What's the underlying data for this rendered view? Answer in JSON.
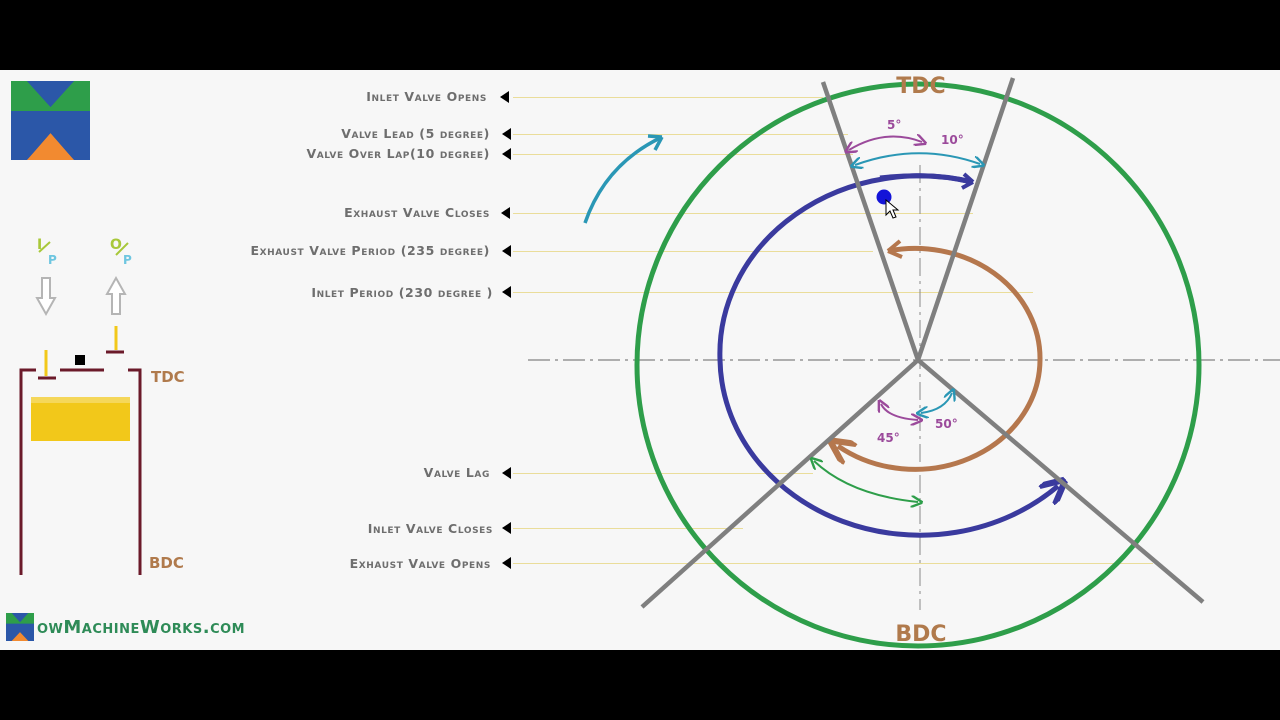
{
  "labels": {
    "inlet_valve_opens": "Inlet Valve Opens",
    "valve_lead": "Valve Lead (5 degree)",
    "valve_overlap": "Valve Over Lap(10 degree)",
    "exhaust_valve_closes": "Exhaust Valve Closes",
    "exhaust_valve_period": "Exhaust Valve Period (235 degree)",
    "inlet_period": "Inlet Period (230 degree )",
    "valve_lag": "Valve Lag",
    "inlet_valve_closes": "Inlet Valve Closes",
    "exhaust_valve_opens": "Exhaust Valve Opens"
  },
  "diagram": {
    "tdc": "TDC",
    "bdc": "BDC",
    "angle_5": "5°",
    "angle_10": "10°",
    "angle_45": "45°",
    "angle_50": "50°"
  },
  "engine": {
    "tdc": "TDC",
    "bdc": "BDC",
    "inlet_port_label": "I/P",
    "outlet_port_label": "O/P"
  },
  "brand": {
    "text": "owMachineWorks.com"
  },
  "colors": {
    "outer_circle": "#2e9e4a",
    "exhaust_arc": "#3a3a9e",
    "inlet_arc": "#b5774d",
    "crank_lines": "#7f7f7f",
    "teal": "#2a97b5",
    "purple": "#9b4a9b",
    "piston": "#f2c81a",
    "cylinder": "#6b1a2a"
  }
}
